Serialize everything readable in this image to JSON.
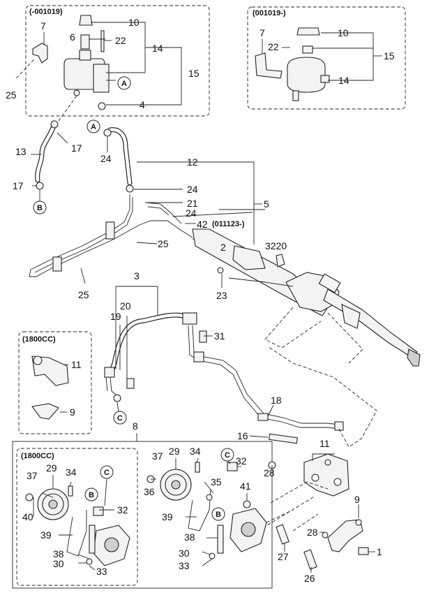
{
  "boxes": {
    "reservoir_old": "(-001019)",
    "reservoir_new": "(001019-)",
    "bracket_1800": "(1800CC)",
    "pump_1800": "(1800CC)",
    "hose_date": "(011123-)"
  },
  "refs": {
    "a": "A",
    "b": "B",
    "c": "C"
  },
  "parts": {
    "p1": "1",
    "p2": "2",
    "p3": "3",
    "p4": "4",
    "p5": "5",
    "p6": "6",
    "p7": "7",
    "p8": "8",
    "p9": "9",
    "p10": "10",
    "p11": "11",
    "p12": "12",
    "p13": "13",
    "p14": "14",
    "p15": "15",
    "p16": "16",
    "p17": "17",
    "p18": "18",
    "p19": "19",
    "p20": "20",
    "p21": "21",
    "p22": "22",
    "p23": "23",
    "p24": "24",
    "p25": "25",
    "p26": "26",
    "p27": "27",
    "p28": "28",
    "p29": "29",
    "p30": "30",
    "p31": "31",
    "p32": "32",
    "p33": "33",
    "p34": "34",
    "p35": "35",
    "p36": "36",
    "p37": "37",
    "p38": "38",
    "p39": "39",
    "p40": "40",
    "p41": "41",
    "p42": "42",
    "p3220": "3220"
  }
}
